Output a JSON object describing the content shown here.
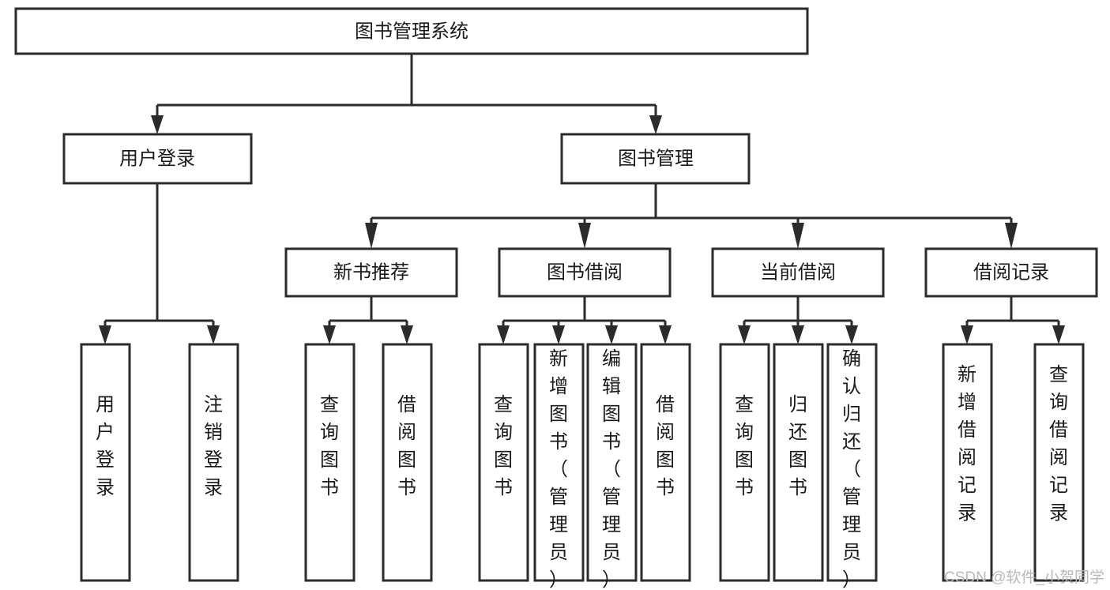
{
  "diagram": {
    "type": "hierarchy-tree",
    "title": "图书管理系统",
    "levels": 4,
    "root": {
      "id": "root",
      "label": "图书管理系统"
    },
    "level2": [
      {
        "id": "user-login",
        "label": "用户登录"
      },
      {
        "id": "book-manage",
        "label": "图书管理"
      }
    ],
    "level3": [
      {
        "id": "new-book-recommend",
        "label": "新书推荐",
        "parent": "book-manage"
      },
      {
        "id": "book-borrow",
        "label": "图书借阅",
        "parent": "book-manage"
      },
      {
        "id": "current-borrow",
        "label": "当前借阅",
        "parent": "book-manage"
      },
      {
        "id": "borrow-record",
        "label": "借阅记录",
        "parent": "book-manage"
      }
    ],
    "leaves": [
      {
        "id": "leaf-user-login",
        "label": "用户登录",
        "parent": "user-login"
      },
      {
        "id": "leaf-logout-login",
        "label": "注销登录",
        "parent": "user-login"
      },
      {
        "id": "leaf-query-book-1",
        "label": "查询图书",
        "parent": "new-book-recommend"
      },
      {
        "id": "leaf-borrow-book-1",
        "label": "借阅图书",
        "parent": "new-book-recommend"
      },
      {
        "id": "leaf-query-book-2",
        "label": "查询图书",
        "parent": "book-borrow"
      },
      {
        "id": "leaf-add-book",
        "label": "新增图书（管理员）",
        "parent": "book-borrow"
      },
      {
        "id": "leaf-edit-book",
        "label": "编辑图书（管理员）",
        "parent": "book-borrow"
      },
      {
        "id": "leaf-borrow-book-2",
        "label": "借阅图书",
        "parent": "book-borrow"
      },
      {
        "id": "leaf-query-book-3",
        "label": "查询图书",
        "parent": "current-borrow"
      },
      {
        "id": "leaf-return-book",
        "label": "归还图书",
        "parent": "current-borrow"
      },
      {
        "id": "leaf-confirm-return",
        "label": "确认归还（管理员）",
        "parent": "current-borrow"
      },
      {
        "id": "leaf-add-record",
        "label": "新增借阅记录",
        "parent": "borrow-record"
      },
      {
        "id": "leaf-query-record",
        "label": "查询借阅记录",
        "parent": "borrow-record"
      }
    ],
    "colors": {
      "stroke": "#2b2b2b",
      "fill": "#ffffff",
      "text": "#1a1a1a",
      "background": "#ffffff",
      "watermark": "#b9b9b9"
    }
  },
  "watermark": {
    "text": "CSDN @软件_小贺同学"
  }
}
